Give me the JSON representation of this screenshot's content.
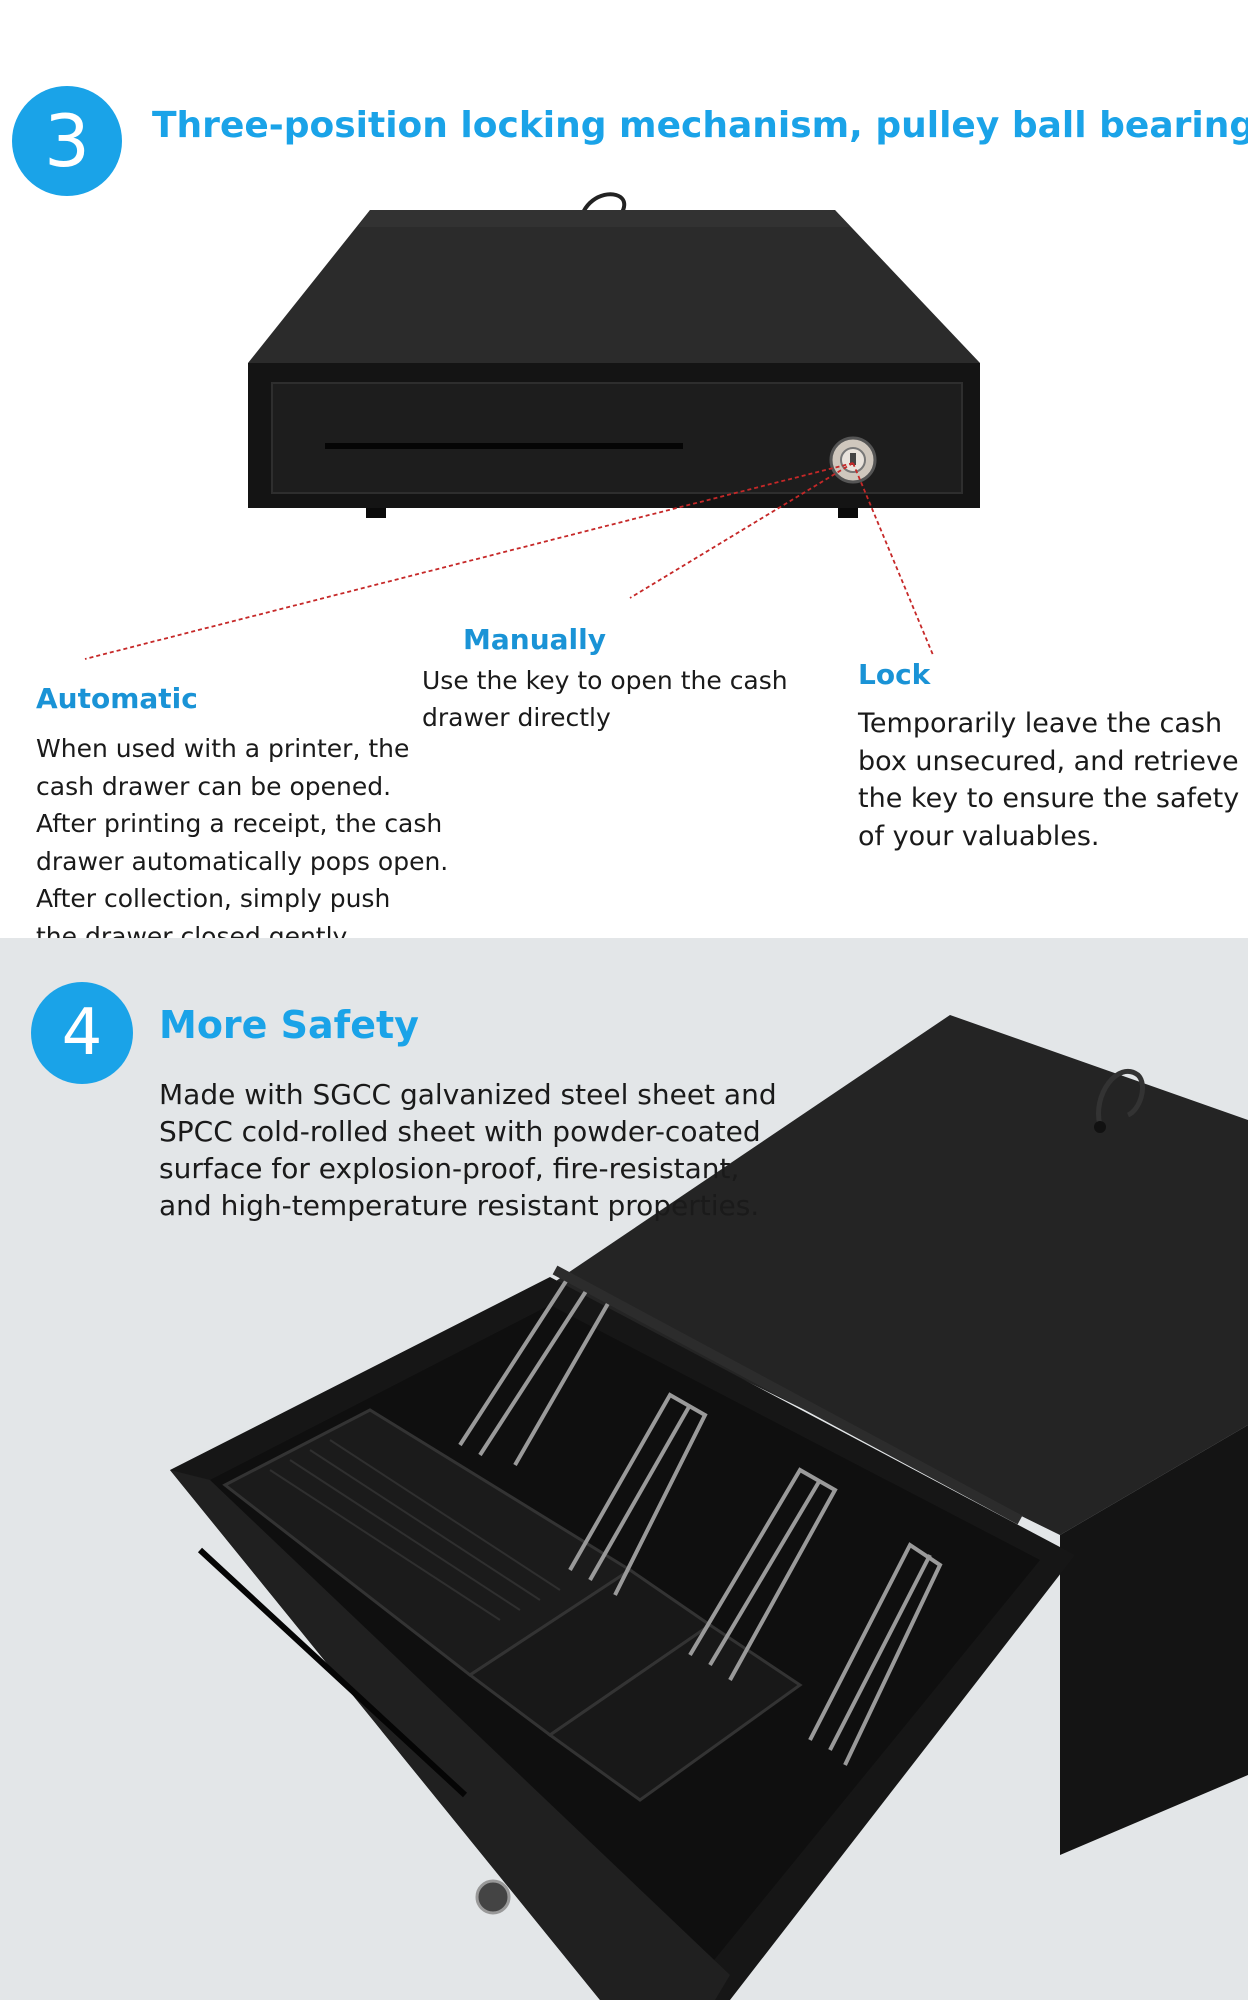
{
  "section3": {
    "number": "3",
    "title": "Three-position locking mechanism, pulley ball bearing",
    "automatic": {
      "label": "Automatic",
      "lines": [
        "When used with a printer, the",
        "cash drawer can be opened.",
        "After printing a receipt, the cash",
        "drawer automatically pops open.",
        "After collection, simply push",
        "the drawer closed gently."
      ]
    },
    "manually": {
      "label": "Manually",
      "lines": [
        "Use the key to open the cash",
        "drawer directly"
      ]
    },
    "lock": {
      "label": "Lock",
      "lines": [
        "Temporarily leave the cash",
        "box unsecured, and retrieve",
        "the key to ensure the safety",
        "of your valuables."
      ]
    }
  },
  "section4": {
    "number": "4",
    "title": "More Safety",
    "lines": [
      "Made with SGCC galvanized steel sheet and",
      "SPCC cold-rolled sheet with powder-coated",
      "surface for explosion-proof, fire-resistant,",
      "and high-temperature resistant properties."
    ]
  },
  "colors": {
    "accent": "#1aa3e8",
    "leader_line": "#c62828",
    "drawer_body": "#1c1c1c",
    "bottom_background": "#e3e6e8"
  }
}
